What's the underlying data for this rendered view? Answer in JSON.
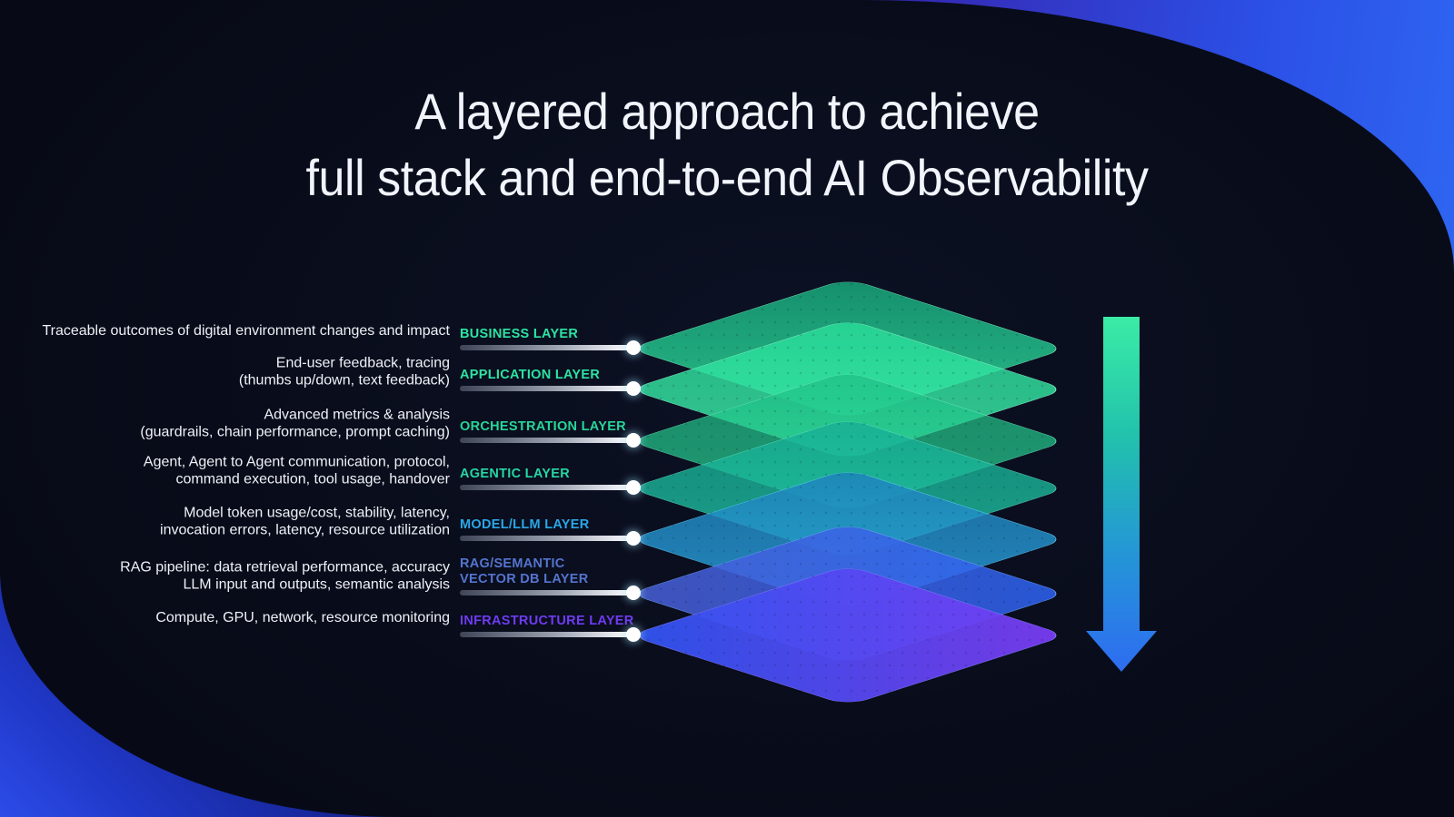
{
  "title": {
    "line1": "A layered approach to achieve",
    "line2": "full stack and end-to-end AI Observability"
  },
  "stack": {
    "layers": [
      {
        "label_lines": [
          "BUSINESS LAYER"
        ],
        "label_color": "#2de3a2",
        "description_lines": [
          "Traceable outcomes of digital environment changes and impact"
        ],
        "diamond": {
          "angle": "135deg",
          "back": "rgba(23,160,120,0.88)",
          "front": "rgba(45,214,150,0.88)",
          "edge": "rgba(150,245,200,0.75)"
        }
      },
      {
        "label_lines": [
          "APPLICATION LAYER"
        ],
        "label_color": "#2de3a2",
        "description_lines": [
          "End-user feedback, tracing",
          "(thumbs up/down, text feedback)"
        ],
        "diamond": {
          "angle": "135deg",
          "back": "rgba(40,220,152,0.82)",
          "front": "rgba(62,238,172,0.82)",
          "edge": "rgba(160,248,208,0.8)"
        }
      },
      {
        "label_lines": [
          "ORCHESTRATION LAYER"
        ],
        "label_color": "#29d598",
        "description_lines": [
          "Advanced metrics & analysis",
          "(guardrails, chain performance, prompt caching)"
        ],
        "diamond": {
          "angle": "135deg",
          "back": "rgba(30,190,132,0.70)",
          "front": "rgba(42,216,152,0.70)",
          "edge": "rgba(130,238,198,0.7)"
        }
      },
      {
        "label_lines": [
          "AGENTIC LAYER"
        ],
        "label_color": "#27d6a4",
        "description_lines": [
          "Agent, Agent to Agent communication, protocol,",
          "command execution, tool usage, handover"
        ],
        "diamond": {
          "angle": "135deg",
          "back": "rgba(22,172,148,0.78)",
          "front": "rgba(32,202,168,0.78)",
          "edge": "rgba(120,235,205,0.7)"
        }
      },
      {
        "label_lines": [
          "MODEL/LLM LAYER"
        ],
        "label_color": "#2aa7e8",
        "description_lines": [
          "Model token usage/cost, stability, latency,",
          "invocation errors, latency, resource utilization"
        ],
        "diamond": {
          "angle": "135deg",
          "back": "rgba(30,128,188,0.82)",
          "front": "rgba(44,166,226,0.82)",
          "edge": "rgba(110,215,250,0.8)"
        }
      },
      {
        "label_lines": [
          "RAG/SEMANTIC",
          "VECTOR DB LAYER"
        ],
        "label_color": "#5474cf",
        "description_lines": [
          "RAG pipeline: data retrieval performance, accuracy",
          "LLM input and outputs, semantic analysis"
        ],
        "diamond": {
          "angle": "45deg",
          "back": "rgba(74,95,215,0.85)",
          "front": "rgba(45,100,245,0.85)",
          "edge": "rgba(125,175,255,0.8)"
        }
      },
      {
        "label_lines": [
          "INFRASTRUCTURE LAYER"
        ],
        "label_color": "#6f3bf2",
        "description_lines": [
          "Compute, GPU, network, resource monitoring"
        ],
        "diamond": {
          "angle": "45deg",
          "back": "rgba(47,85,240,0.95)",
          "front": "rgba(123,60,242,0.95)",
          "edge": "rgba(150,140,255,0.75)"
        }
      }
    ]
  },
  "arrow": {
    "gradient": [
      "#3beca6",
      "#22c2ac",
      "#2496d6",
      "#2e6cf2"
    ]
  },
  "background": {
    "base": "#05070f",
    "canvas_center": "#0c1124",
    "swoosh_top_right": [
      "#2c1c9c",
      "#2f66f2"
    ],
    "swoosh_bottom_left": [
      "#131f86",
      "#2c4ce8"
    ]
  }
}
